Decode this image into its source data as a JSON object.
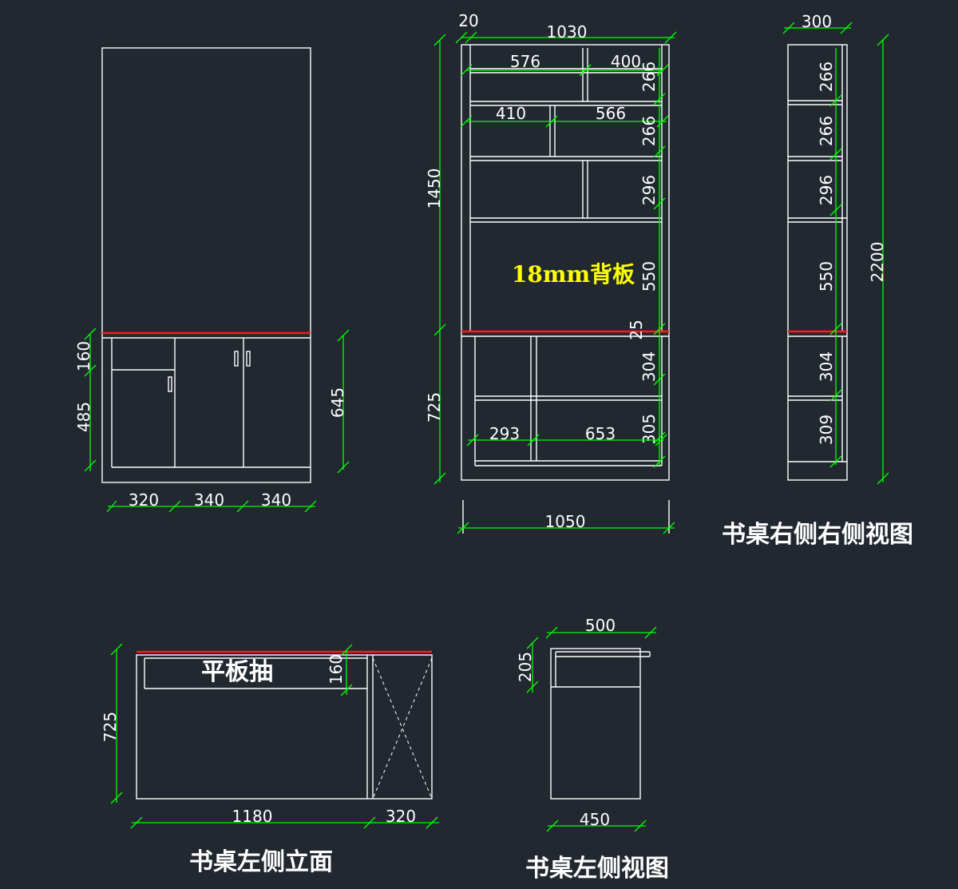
{
  "colors": {
    "background": "#212830",
    "lines": "#ffffff",
    "dimensions": "#00ff00",
    "desktop_edge": "#ff1a1a",
    "highlight_label": "#ffff00"
  },
  "front_view": {
    "dims": {
      "d160": "160",
      "d485": "485",
      "d645": "645",
      "d320": "320",
      "d340a": "340",
      "d340b": "340"
    }
  },
  "right_view": {
    "dims": {
      "d20": "20",
      "d1030": "1030",
      "d576": "576",
      "d400": "400",
      "d266a": "266",
      "d410": "410",
      "d566": "566",
      "d266b": "266",
      "d296": "296",
      "d1450": "1450",
      "d550": "550",
      "d25": "25",
      "d304": "304",
      "d725": "725",
      "d305": "305",
      "d293": "293",
      "d653": "653",
      "d1050": "1050"
    },
    "back_panel_label": "18mm背板"
  },
  "side_view": {
    "dims": {
      "d300": "300",
      "d266a": "266",
      "d266b": "266",
      "d296": "296",
      "d550": "550",
      "d2200": "2200",
      "d304": "304",
      "d309": "309"
    }
  },
  "desk_left_elev": {
    "dims": {
      "d160": "160",
      "d725": "725",
      "d1180": "1180",
      "d320": "320"
    },
    "drawer_label": "平板抽"
  },
  "desk_left_side": {
    "dims": {
      "d500": "500",
      "d205": "205",
      "d450": "450"
    }
  },
  "titles": {
    "right_view": "书桌右侧右侧视图",
    "left_elev": "书桌左侧立面",
    "left_side": "书桌左侧视图"
  }
}
